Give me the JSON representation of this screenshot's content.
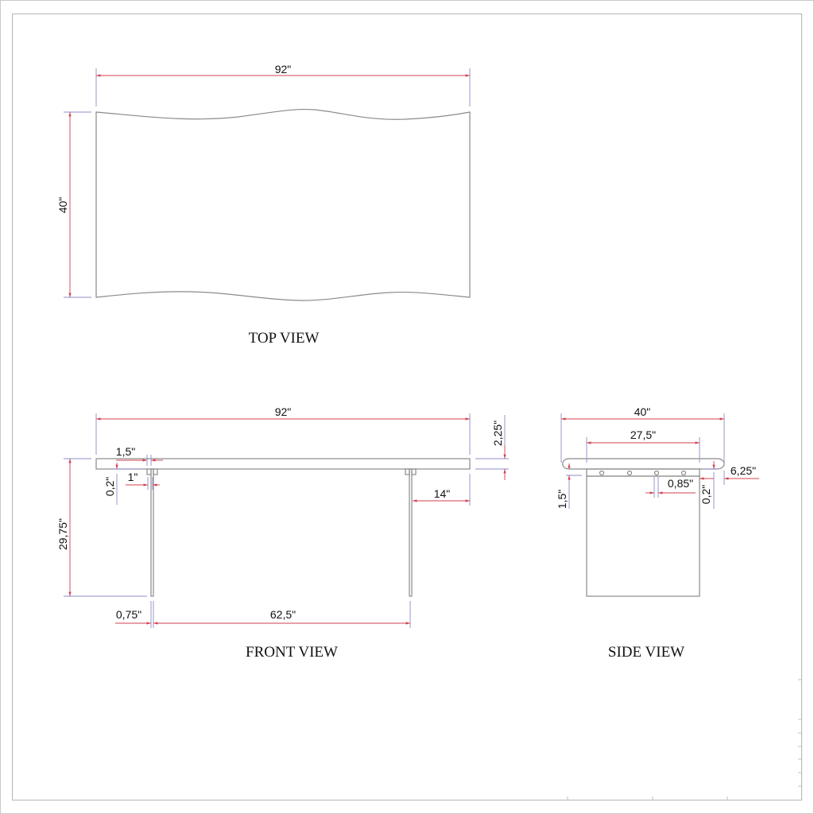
{
  "drawing": {
    "top_view": {
      "title": "TOP VIEW",
      "dims": {
        "length": "92\"",
        "width": "40\""
      }
    },
    "front_view": {
      "title": "FRONT VIEW",
      "dims": {
        "length": "92\"",
        "top_thickness": "2,25\"",
        "bracket_offset": "1,5\"",
        "bracket_width": "1\"",
        "gap": "0,2\"",
        "height": "29,75\"",
        "leg_overhang": "14\"",
        "leg_thickness": "0,75\"",
        "leg_spacing": "62,5\""
      }
    },
    "side_view": {
      "title": "SIDE VIEW",
      "dims": {
        "width": "40\"",
        "leg_width": "27,5\"",
        "overhang": "6,25\"",
        "hole_diameter": "0,85\"",
        "gap": "0,2\"",
        "thickness": "1,5\""
      }
    },
    "colors": {
      "object_line": "#8a8a8a",
      "dimension_line": "#d04050",
      "extension_line": "#8c8cc8"
    }
  }
}
